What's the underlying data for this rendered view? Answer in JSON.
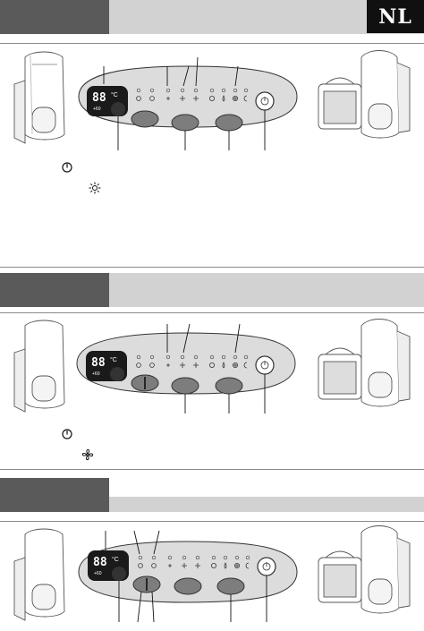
{
  "language_badge": "NL",
  "display": {
    "digits": "88",
    "unit": "°C",
    "sub_label": "+60"
  },
  "icons": {
    "power": "power-icon",
    "sun": "sun-icon",
    "fan": "fan-icon",
    "indicator_symbols": [
      "clock-icon",
      "clock-icon",
      "fan-small-icon",
      "fan-medium-icon",
      "fan-large-icon",
      "flower-icon",
      "drop-icon",
      "swirl-icon",
      "moon-icon"
    ]
  },
  "colors": {
    "header_dark": "#5a5a5a",
    "header_light": "#d2d2d2",
    "panel_fill": "#dcdcdc",
    "lcd_bg": "#1a1a1a",
    "lcd_text": "#ffffff"
  }
}
